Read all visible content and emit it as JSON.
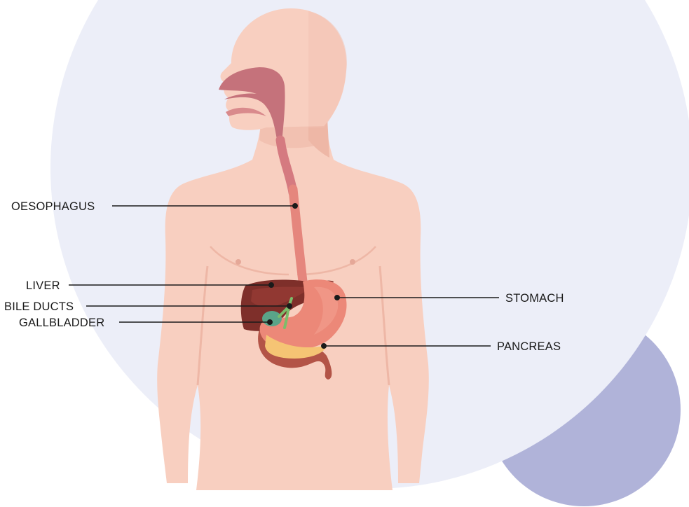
{
  "labels": {
    "oesophagus": "OESOPHAGUS",
    "liver": "LIVER",
    "bile_ducts": "BILE DUCTS",
    "gallbladder": "GALLBLADDER",
    "stomach": "STOMACH",
    "pancreas": "PANCREAS"
  },
  "colors": {
    "backdrop_circle": "#eceef8",
    "accent_circle": "#b0b3d9",
    "skin": "#f8cfc0",
    "skin_shadow": "#eeb7a6",
    "oral_cavity": "#c5727b",
    "oesophagus": "#e5867d",
    "liver": "#7e2f2a",
    "stomach": "#ec8878",
    "gallbladder": "#5aa488",
    "bile_duct": "#7cbc6a",
    "pancreas": "#f5c474",
    "duodenum": "#b35447",
    "leader_line": "#1a1a1a"
  }
}
